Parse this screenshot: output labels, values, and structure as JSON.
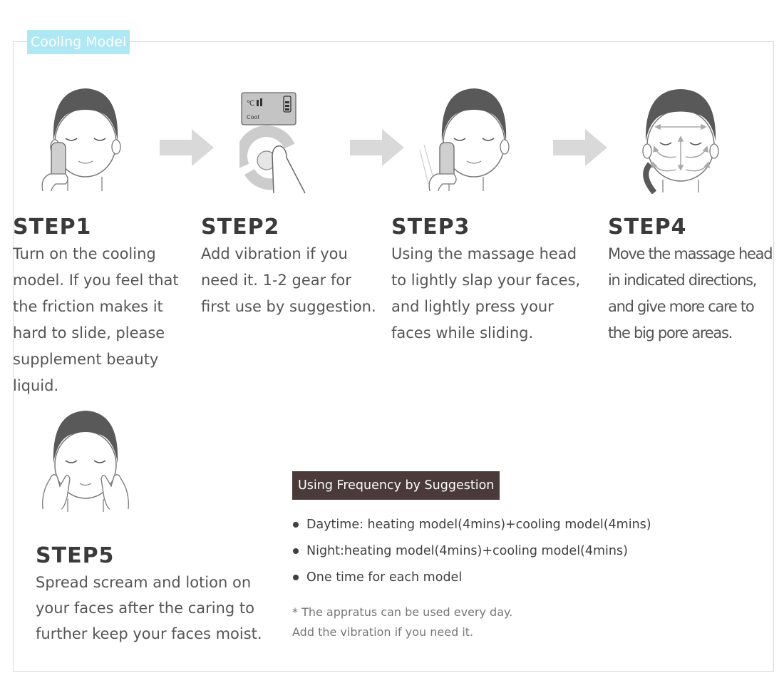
{
  "mode_tag": "Cooling Model",
  "steps": [
    {
      "title": "STEP1",
      "description": "Turn on the cooling\nmodel. If you feel that\nthe friction makes it\nhard to slide, please\nsupplement beauty\nliquid.",
      "illustration": "face-with-device-on-cheek"
    },
    {
      "title": "STEP2",
      "description": "Add vibration if you\nneed it. 1-2 gear for\nfirst use by suggestion.",
      "illustration": "finger-pressing-device-button",
      "display": {
        "temp_symbol": "℃",
        "mode_label": "Cool"
      }
    },
    {
      "title": "STEP3",
      "description": "Using the massage head\nto lightly slap your faces,\nand lightly press your\nfaces while sliding.",
      "illustration": "face-with-device-slapping"
    },
    {
      "title": "STEP4",
      "description": "Move the massage head\nin indicated directions,\nand give more care to\nthe big pore areas.",
      "illustration": "face-with-direction-arrows"
    },
    {
      "title": "STEP5",
      "description": "Spread scream and lotion on\nyour faces after the caring to\nfurther keep your faces moist.",
      "illustration": "face-with-hands-on-cheeks"
    }
  ],
  "arrow_icon": "right-arrow-icon",
  "frequency": {
    "heading": "Using Frequency by Suggestion",
    "items": [
      "Daytime: heating model(4mins)+cooling model(4mins)",
      "Night:heating model(4mins)+cooling model(4mins)",
      "One time for each model"
    ],
    "note": "* The appratus can be used every day.\n  Add the vibration if you need it."
  },
  "colors": {
    "mode_tag_bg": "#aee8f4",
    "heading_bg": "#4b3a3a",
    "text": "#555555",
    "arrow": "#d9d9d9",
    "hair": "#595959"
  }
}
